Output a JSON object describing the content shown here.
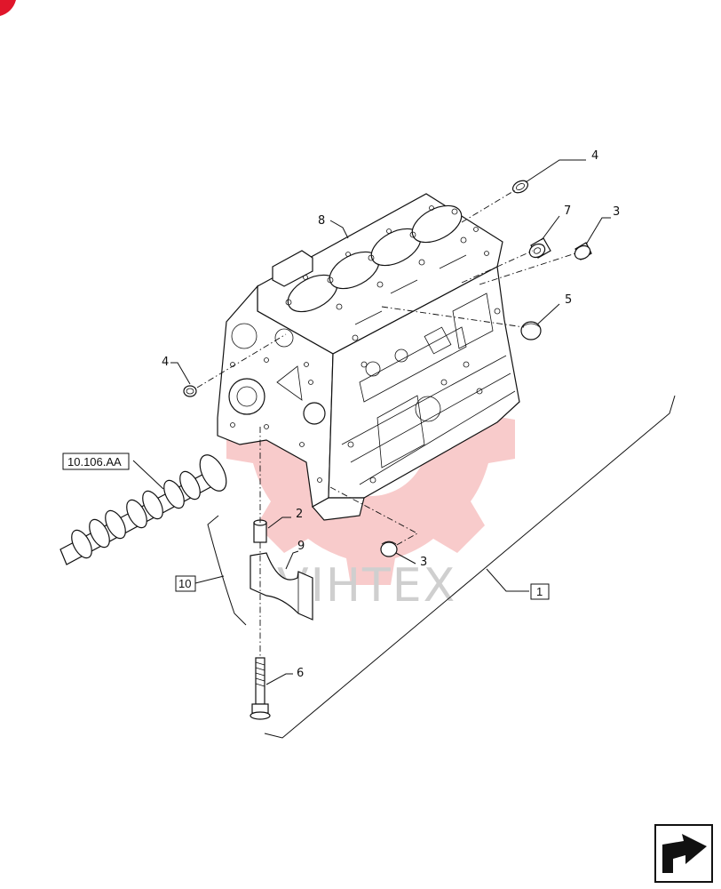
{
  "diagram": {
    "callouts": [
      "4",
      "7",
      "3",
      "8",
      "5",
      "4",
      "2",
      "9",
      "3",
      "6"
    ],
    "ref_boxes": [
      "10.106.AA",
      "10",
      "1"
    ],
    "watermark": "VIHTEX"
  },
  "icons": {
    "nav": "next-page-arrow-icon",
    "corner": "corner-badge-icon"
  },
  "colors": {
    "watermark": "#f2a0a0",
    "corner_badge": "#e0162b",
    "line": "#111111"
  }
}
